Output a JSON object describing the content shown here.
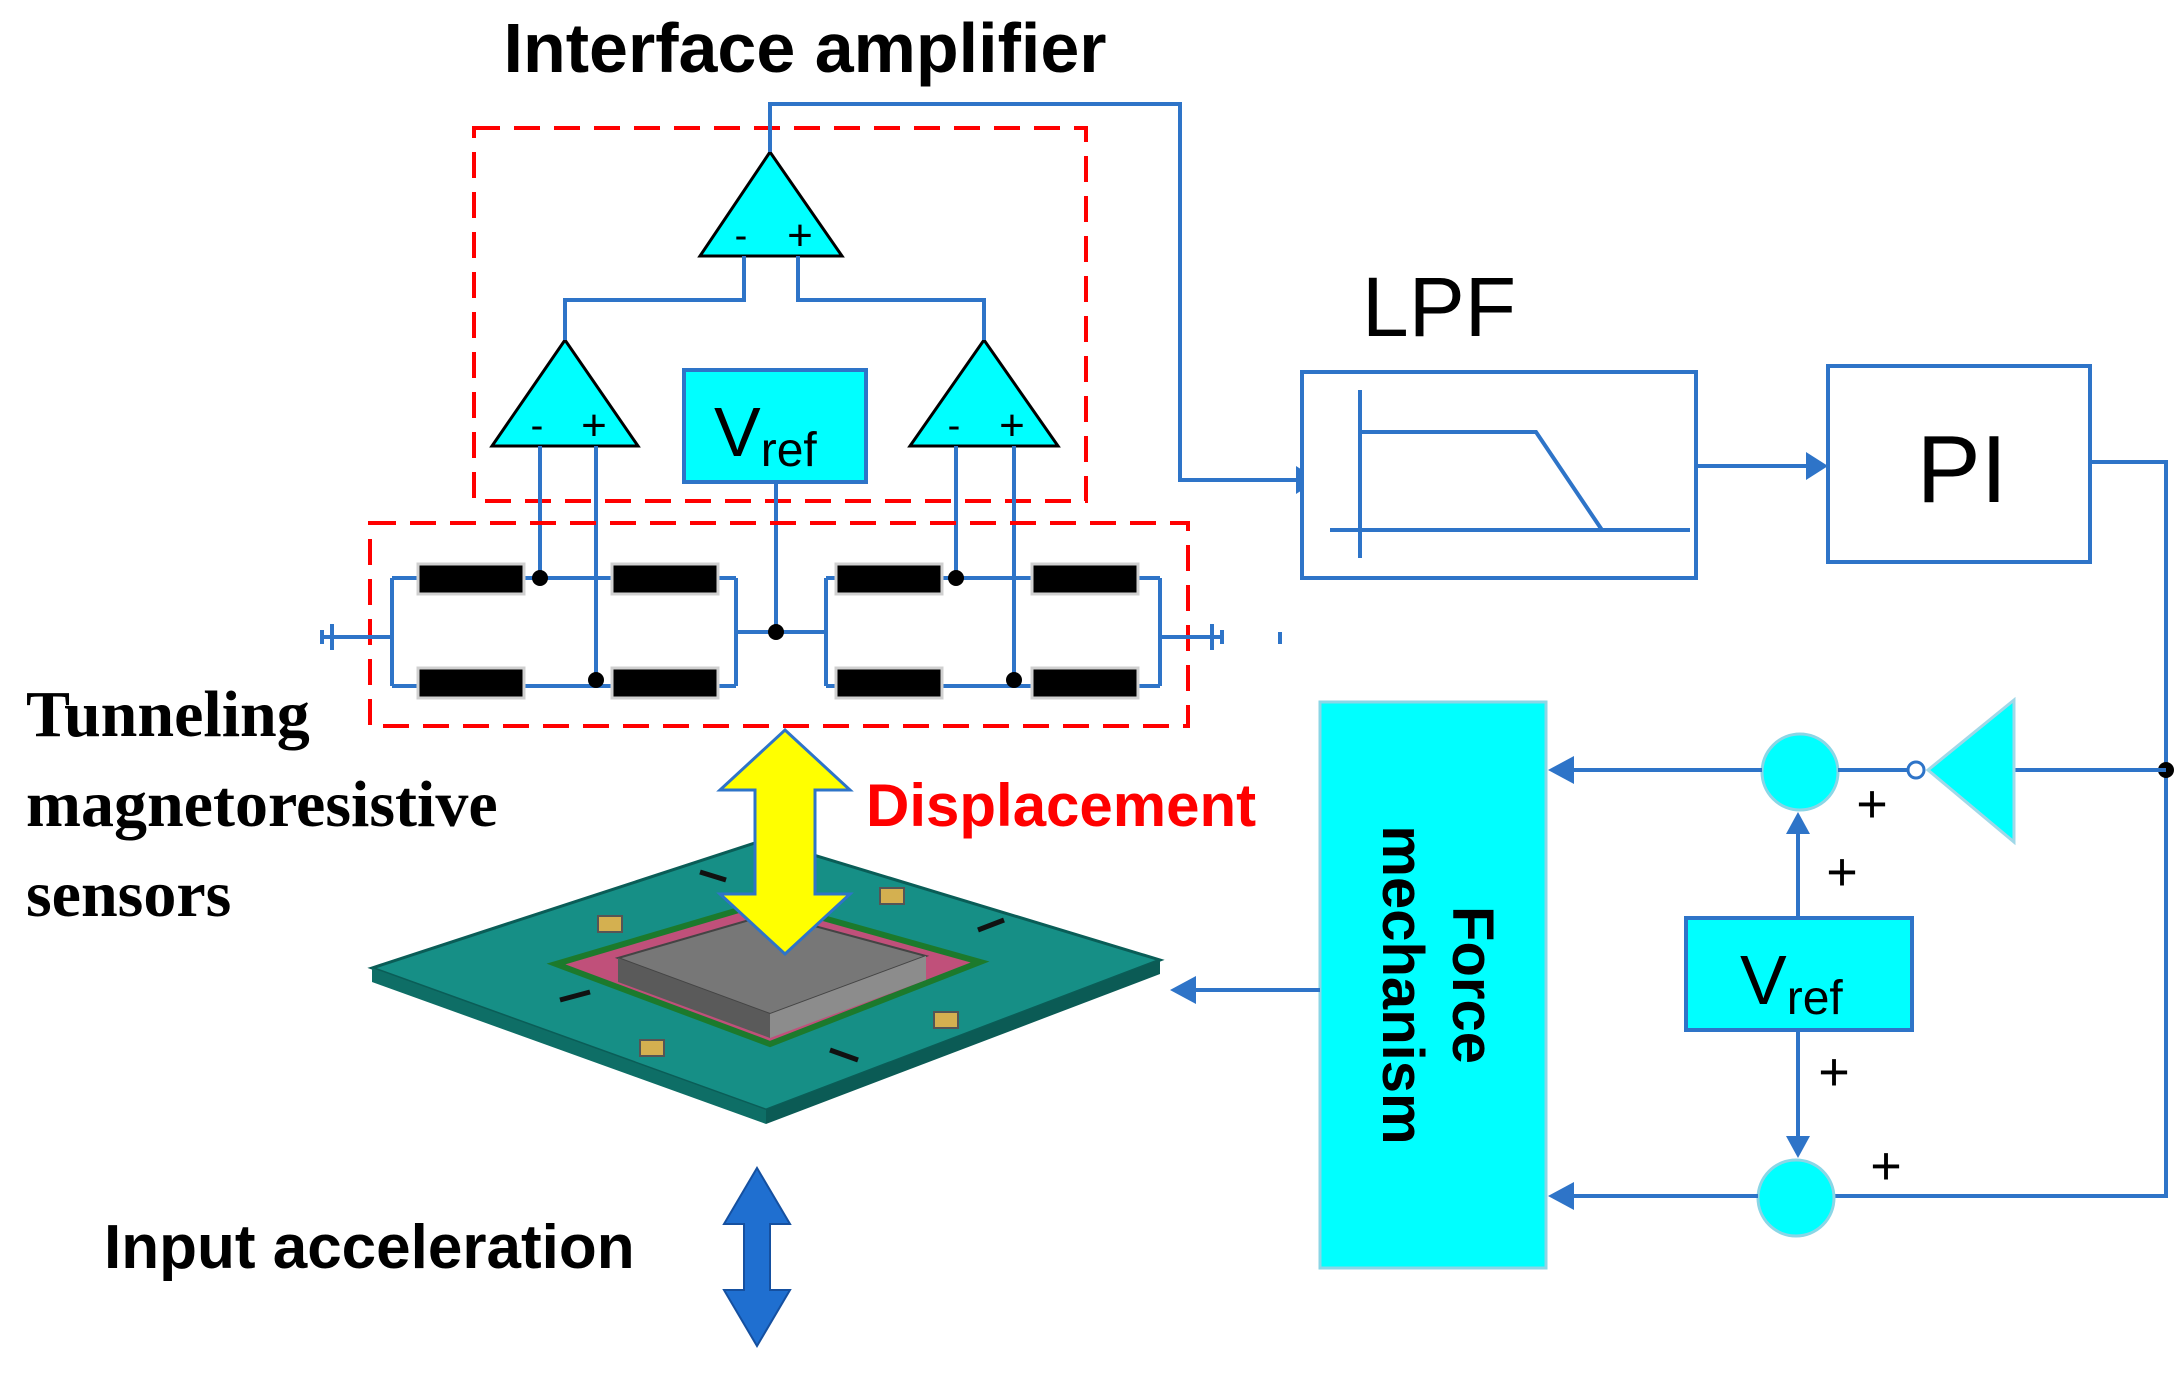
{
  "labels": {
    "interface_amplifier": "Interface amplifier",
    "lpf": "LPF",
    "pi": "PI",
    "vref_main": "V",
    "vref_main_sub": "ref",
    "vref_right": "V",
    "vref_right_sub": "ref",
    "tmr_line1": "Tunneling",
    "tmr_line2": "magnetoresistive",
    "tmr_line3": "sensors",
    "displacement": "Displacement",
    "force_line1": "Force",
    "force_line2": "mechanism",
    "input_acceleration": "Input acceleration",
    "plus": "+",
    "minus": "-"
  },
  "colors": {
    "wire": "#2e74c8",
    "cyan": "#00ffff",
    "red_dash": "#ff0000",
    "resistor": "#000000",
    "yellow_arrow": "#ffff00",
    "blue_arrow": "#1f6fd0",
    "pcb_green": "#1e8a80",
    "pcb_pink": "#c0507a",
    "mass_gray": "#7a7a7a",
    "displacement_text": "#ff0000"
  }
}
